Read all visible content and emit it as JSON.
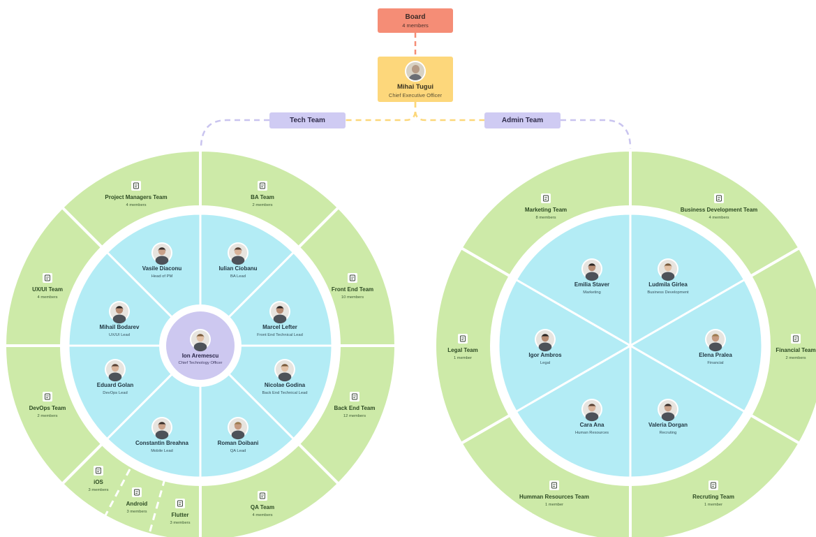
{
  "board": {
    "title": "Board",
    "subtitle": "4 members"
  },
  "ceo": {
    "name": "Mihai Tugui",
    "role": "Chief Executive Officer"
  },
  "branches": {
    "tech": "Tech Team",
    "admin": "Admin Team"
  },
  "tech_center": {
    "name": "Ion Aremescu",
    "role": "Chief Technology Officer"
  },
  "tech_leads": [
    {
      "name": "Vasile Diaconu",
      "role": "Head of PM"
    },
    {
      "name": "Iulian Ciobanu",
      "role": "BA Lead"
    },
    {
      "name": "Marcel Lefter",
      "role": "Front End Technical Lead"
    },
    {
      "name": "Nicolae Godina",
      "role": "Back End Technical Lead"
    },
    {
      "name": "Roman Doibani",
      "role": "QA Lead"
    },
    {
      "name": "Constantin Breahna",
      "role": "Mobile Lead"
    },
    {
      "name": "Eduard Golan",
      "role": "DevOps Lead"
    },
    {
      "name": "Mihail Bodarev",
      "role": "UX/UI Lead"
    }
  ],
  "tech_teams": [
    {
      "name": "Project Managers Team",
      "members": "4 members",
      "icon": "document-search-icon"
    },
    {
      "name": "BA Team",
      "members": "2 members",
      "icon": "analytics-icon"
    },
    {
      "name": "Front End Team",
      "members": "10 members",
      "icon": "layout-icon"
    },
    {
      "name": "Back End Team",
      "members": "12 members",
      "icon": "code-icon"
    },
    {
      "name": "QA Team",
      "members": "4 members",
      "icon": "clipboard-check-icon"
    },
    {
      "name": "DevOps Team",
      "members": "2 members",
      "icon": "server-icon"
    },
    {
      "name": "UX/UI Team",
      "members": "4 members",
      "icon": "design-tools-icon"
    }
  ],
  "mobile_teams": [
    {
      "name": "iOS",
      "members": "3 members",
      "icon": "apple-icon"
    },
    {
      "name": "Android",
      "members": "3 members",
      "icon": "android-icon"
    },
    {
      "name": "Flutter",
      "members": "3 members",
      "icon": "flutter-icon"
    }
  ],
  "admin_leads": [
    {
      "name": "Emilia Staver",
      "role": "Marketing"
    },
    {
      "name": "Ludmila Girlea",
      "role": "Business Development"
    },
    {
      "name": "Elena Pralea",
      "role": "Financial"
    },
    {
      "name": "Valeria Dorgan",
      "role": "Recruting"
    },
    {
      "name": "Cara Ana",
      "role": "Human Resources"
    },
    {
      "name": "Igor Ambros",
      "role": "Legal"
    }
  ],
  "admin_teams": [
    {
      "name": "Marketing Team",
      "members": "8 members",
      "icon": "megaphone-icon"
    },
    {
      "name": "Business Development Team",
      "members": "4 members",
      "icon": "bar-chart-icon"
    },
    {
      "name": "Financial Team",
      "members": "2 members",
      "icon": "money-bag-icon"
    },
    {
      "name": "Recruting Team",
      "members": "1 member",
      "icon": "person-search-icon"
    },
    {
      "name": "Humman Resources Team",
      "members": "1 member",
      "icon": "people-icon"
    },
    {
      "name": "Legal Team",
      "members": "1 member",
      "icon": "scales-icon"
    }
  ],
  "colors": {
    "board": "#f58d76",
    "ceo": "#fdd77b",
    "team_label": "#cfcbf3",
    "outer_ring": "#cdeaa8",
    "inner_ring": "#b3ecf5",
    "center": "#cdc8f0",
    "tech_connector": "#c9c4ef",
    "admin_connector": "#fcd77a",
    "board_connector": "#f58d76"
  }
}
